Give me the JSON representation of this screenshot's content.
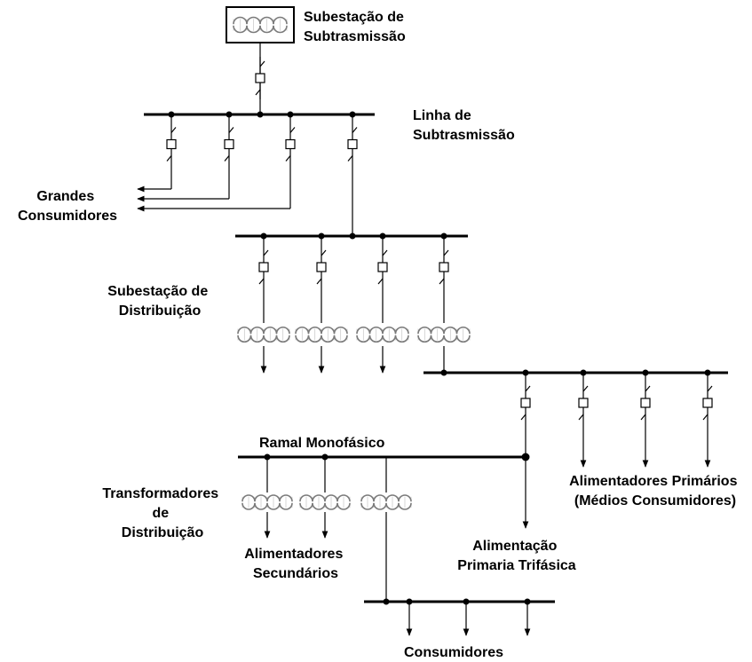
{
  "labels": {
    "subestacao_subtransmissao": [
      "Subestação de",
      "Subtrasmissão"
    ],
    "linha_subtransmissao": [
      "Linha de",
      "Subtrasmissão"
    ],
    "grandes_consumidores": [
      "Grandes",
      "Consumidores"
    ],
    "subestacao_distribuicao": [
      "Subestação de",
      "Distribuição"
    ],
    "ramal_monofasico": "Ramal Monofásico",
    "transformadores_distribuicao": [
      "Transformadores",
      "de",
      "Distribuição"
    ],
    "alimentadores_primarios": [
      "Alimentadores Primários",
      "(Médios Consumidores)"
    ],
    "alimentacao_primaria_trifasica": [
      "Alimentação",
      "Primaria Trifásica"
    ],
    "alimentadores_secundarios": [
      "Alimentadores",
      "Secundários"
    ],
    "consumidores": "Consumidores"
  },
  "colors": {
    "line": "#000000",
    "transformer": "#7a7a7a",
    "background": "#ffffff"
  }
}
